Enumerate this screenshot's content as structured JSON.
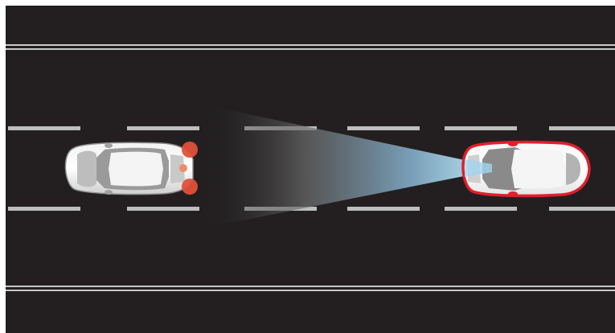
{
  "scene": {
    "description_visible_text": "",
    "road": {
      "lanes": 3,
      "lane_markings": "dashed"
    },
    "vehicles": [
      {
        "role": "own-vehicle",
        "color": "#d9d9d9",
        "accent": "#e0503a",
        "heading": "right"
      },
      {
        "role": "front-vehicle",
        "color": "#ffffff",
        "outline": "#e01e2d",
        "heading": "right"
      }
    ],
    "sensor_beam": {
      "color_near": "#1a1a1a",
      "color_far": "#9fd4f0",
      "direction": "forward"
    },
    "colors": {
      "asphalt": "#231f20",
      "border_line": "#c8c8c8",
      "dash": "#bdbdbd",
      "frame": "#ffffff"
    }
  }
}
